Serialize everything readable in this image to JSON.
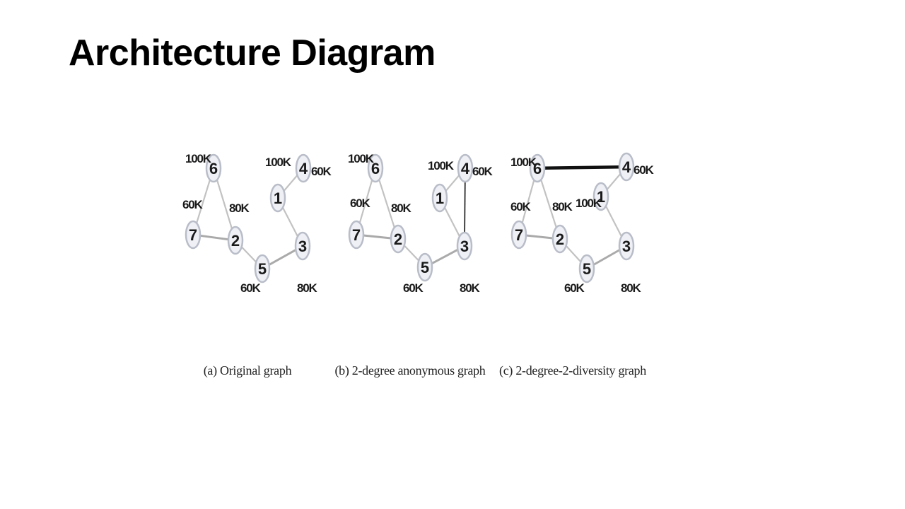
{
  "slide": {
    "title": "Architecture Diagram"
  },
  "diagram": {
    "panels": [
      {
        "id": "a",
        "caption": "(a) Original graph",
        "nodes": [
          {
            "id": "6",
            "label": "6",
            "value": "100K"
          },
          {
            "id": "7",
            "label": "7",
            "value": "60K"
          },
          {
            "id": "2",
            "label": "2",
            "value": "80K"
          },
          {
            "id": "5",
            "label": "5",
            "value": "60K"
          },
          {
            "id": "1",
            "label": "1",
            "value": "100K"
          },
          {
            "id": "4",
            "label": "4",
            "value": "60K"
          },
          {
            "id": "3",
            "label": "3",
            "value": "80K"
          }
        ],
        "edges": [
          {
            "from": "6",
            "to": "7",
            "type": "original"
          },
          {
            "from": "6",
            "to": "2",
            "type": "original"
          },
          {
            "from": "7",
            "to": "2",
            "type": "original"
          },
          {
            "from": "2",
            "to": "5",
            "type": "original"
          },
          {
            "from": "5",
            "to": "3",
            "type": "original"
          },
          {
            "from": "1",
            "to": "4",
            "type": "original"
          },
          {
            "from": "1",
            "to": "3",
            "type": "original"
          }
        ]
      },
      {
        "id": "b",
        "caption": "(b) 2-degree anonymous graph",
        "nodes": [
          {
            "id": "6",
            "label": "6",
            "value": "100K"
          },
          {
            "id": "7",
            "label": "7",
            "value": "60K"
          },
          {
            "id": "2",
            "label": "2",
            "value": "80K"
          },
          {
            "id": "5",
            "label": "5",
            "value": "60K"
          },
          {
            "id": "1",
            "label": "1",
            "value": "100K"
          },
          {
            "id": "4",
            "label": "4",
            "value": "60K"
          },
          {
            "id": "3",
            "label": "3",
            "value": "80K"
          }
        ],
        "edges": [
          {
            "from": "6",
            "to": "7",
            "type": "original"
          },
          {
            "from": "6",
            "to": "2",
            "type": "original"
          },
          {
            "from": "7",
            "to": "2",
            "type": "original"
          },
          {
            "from": "2",
            "to": "5",
            "type": "original"
          },
          {
            "from": "5",
            "to": "3",
            "type": "original"
          },
          {
            "from": "1",
            "to": "4",
            "type": "original"
          },
          {
            "from": "1",
            "to": "3",
            "type": "original"
          },
          {
            "from": "4",
            "to": "3",
            "type": "added"
          }
        ]
      },
      {
        "id": "c",
        "caption": "(c) 2-degree-2-diversity graph",
        "nodes": [
          {
            "id": "6",
            "label": "6",
            "value": "100K"
          },
          {
            "id": "7",
            "label": "7",
            "value": "60K"
          },
          {
            "id": "2",
            "label": "2",
            "value": "80K"
          },
          {
            "id": "5",
            "label": "5",
            "value": "60K"
          },
          {
            "id": "1",
            "label": "1",
            "value": "100K"
          },
          {
            "id": "4",
            "label": "4",
            "value": "60K"
          },
          {
            "id": "3",
            "label": "3",
            "value": "80K"
          }
        ],
        "edges": [
          {
            "from": "6",
            "to": "7",
            "type": "original"
          },
          {
            "from": "6",
            "to": "2",
            "type": "original"
          },
          {
            "from": "7",
            "to": "2",
            "type": "original"
          },
          {
            "from": "2",
            "to": "5",
            "type": "original"
          },
          {
            "from": "5",
            "to": "3",
            "type": "original"
          },
          {
            "from": "1",
            "to": "4",
            "type": "original"
          },
          {
            "from": "1",
            "to": "3",
            "type": "original"
          },
          {
            "from": "6",
            "to": "4",
            "type": "added"
          }
        ]
      }
    ]
  }
}
